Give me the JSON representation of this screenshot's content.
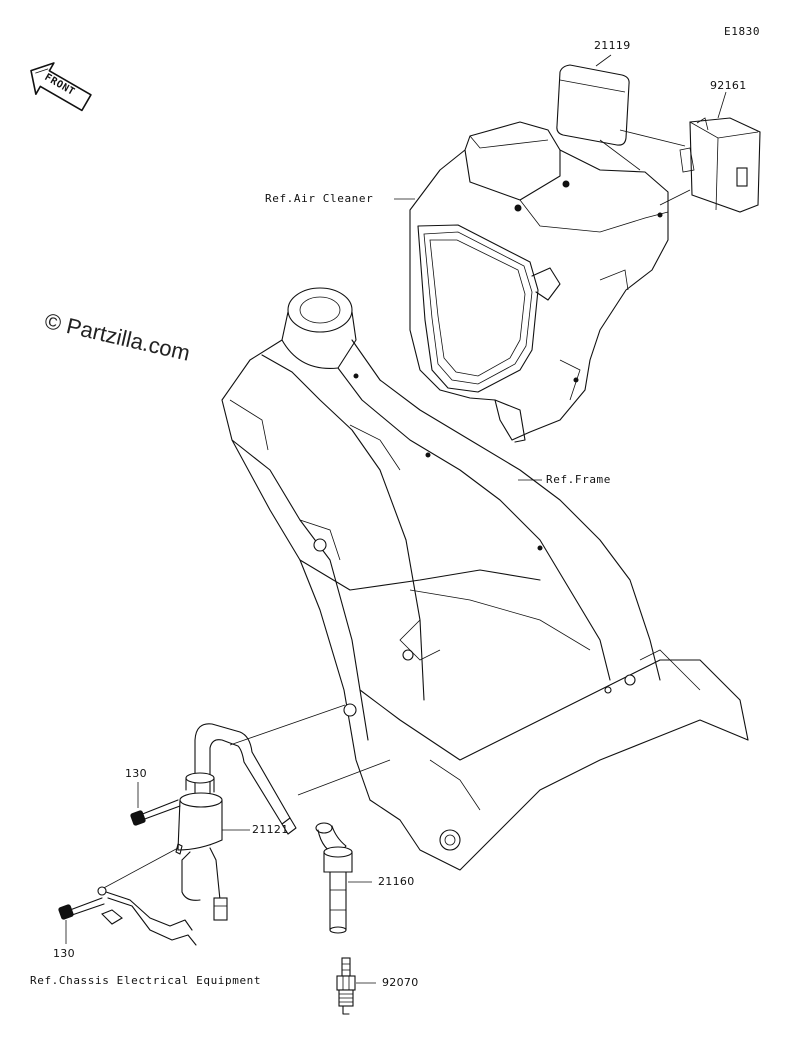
{
  "diagram_code": "E1830",
  "watermark": "© Partzilla.com",
  "front_label": "FRONT",
  "parts": {
    "p21119": "21119",
    "p92161": "92161",
    "p21121": "21121",
    "p21160": "21160",
    "p92070": "92070",
    "p130_top": "130",
    "p130_bottom": "130"
  },
  "refs": {
    "air_cleaner": "Ref.Air Cleaner",
    "frame": "Ref.Frame",
    "chassis": "Ref.Chassis Electrical Equipment"
  }
}
